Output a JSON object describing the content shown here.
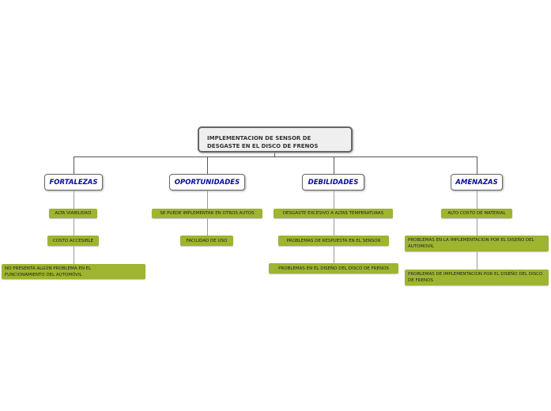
{
  "root": {
    "line1": "IMPLEMENTACION DE SENSOR DE",
    "line2": "DESGASTE EN EL DISCO DE FRENOS"
  },
  "categories": [
    {
      "label": "FORTALEZAS",
      "items": [
        "ALTA VIABILIDAD",
        "COSTO ACCESIBLE",
        "NO PRESENTA ALGÚN PROBLEMA EN EL FUNCIONAMIENTO DEL AUTOMÓVIL"
      ]
    },
    {
      "label": "OPORTUNIDADES",
      "items": [
        "SE PUEDE IMPLEMENTAR EN OTROS AUTOS",
        "FACILIDAD DE USO"
      ]
    },
    {
      "label": "DEBILIDADES",
      "items": [
        "DESGASTE EXCESIVO A ALTAS TEMPERATURAS",
        "PROBLEMAS DE RESPUESTA EN EL SENSOR",
        "PROBLEMAS EN EL DISEÑO DEL DISCO DE FRENOS"
      ]
    },
    {
      "label": "AMENAZAS",
      "items": [
        "ALTO COSTO DE MATERIAL",
        "PROBLEMAS EN LA IMPLEMENTACION POR EL DISEÑO DEL AUTOMOVIL",
        "PROBLEMAS DE IMPLEMENTACION POR EL DISEÑO DEL DISCO DE FRENOS"
      ]
    }
  ],
  "colors": {
    "leaf": "#9db52f",
    "category_text": "#0a0aa0"
  }
}
